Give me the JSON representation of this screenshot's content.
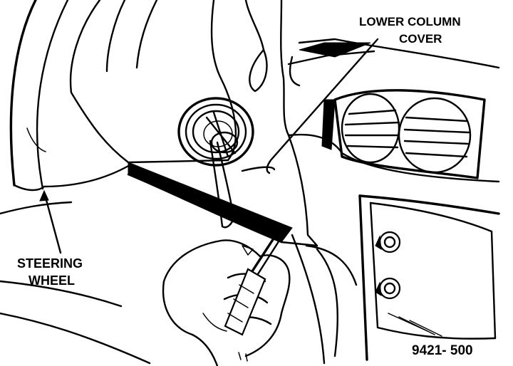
{
  "labels": {
    "lower_column_cover_line1": "LOWER COLUMN",
    "lower_column_cover_line2": "COVER",
    "steering_wheel_line1": "STEERING",
    "steering_wheel_line2": "WHEEL",
    "figure_number": "9421- 500"
  },
  "colors": {
    "ink": "#000000",
    "paper": "#ffffff"
  }
}
